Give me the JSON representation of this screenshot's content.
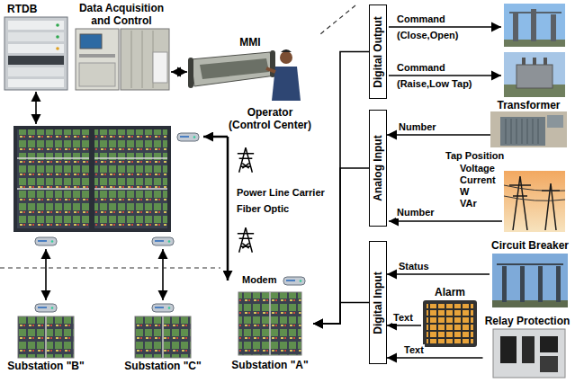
{
  "diagram": {
    "nodes": [
      {
        "text": [
          "RTDB"
        ]
      },
      {
        "text": [
          "Data Acquisition and Control"
        ]
      },
      {
        "text": [
          "MMI",
          "Operator (Control Center)"
        ]
      },
      {
        "text": [
          "Digital Output"
        ]
      },
      {
        "text": [
          "Analog Input"
        ]
      },
      {
        "text": [
          "Transformer"
        ]
      },
      {
        "text": [
          "Circuit Breaker"
        ]
      },
      {
        "text": [
          "Digital Input"
        ]
      },
      {
        "text": [
          "Alarm"
        ]
      },
      {
        "text": [
          "Relay Protection"
        ]
      },
      {
        "text": [
          "Substation \"B\""
        ]
      },
      {
        "text": [
          "Substation \"C\""
        ]
      },
      {
        "text": [
          "Substation \"A\""
        ]
      }
    ],
    "edges": [
      {
        "from": 1,
        "to": 2,
        "arrow": "both"
      },
      {
        "from": 5,
        "to": 4,
        "label": "Number",
        "arrow": "to"
      },
      {
        "from": 6,
        "to": 7,
        "label": "Status",
        "arrow": "to"
      },
      {
        "from": 8,
        "to": 7,
        "label": "Text",
        "arrow": "to"
      },
      {
        "from": 9,
        "to": 7,
        "label": "Text",
        "arrow": "to"
      },
      {
        "from": 3,
        "to": 12,
        "arrow": "to"
      },
      {
        "from": 4,
        "to": 12,
        "arrow": "to"
      },
      {
        "from": 7,
        "to": 12,
        "arrow": "to"
      }
    ],
    "labels": [
      "Command",
      "(Close,Open)",
      "Command",
      "(Raise,Low Tap)",
      "Number",
      "Tap Position",
      "Voltage",
      "Current",
      "W",
      "VAr",
      "Power Line Carrier",
      "Fiber Optic",
      "Modem"
    ]
  }
}
